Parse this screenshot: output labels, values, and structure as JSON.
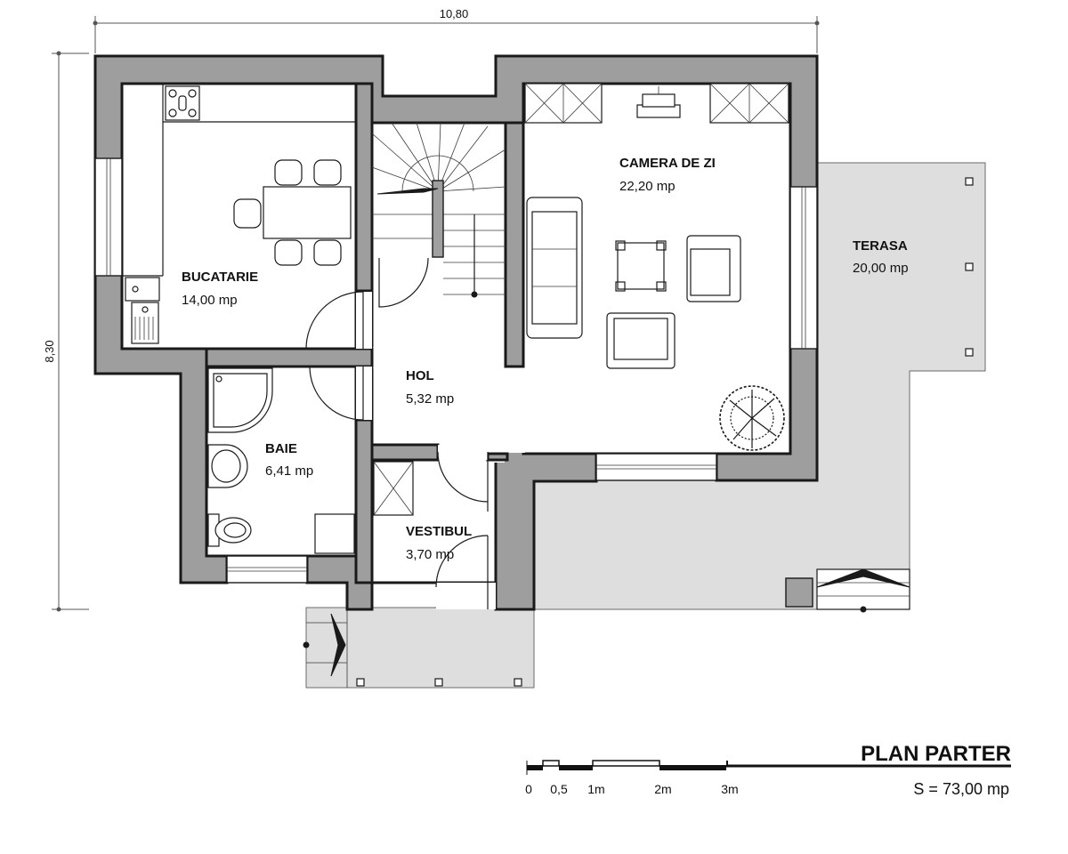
{
  "plan": {
    "title": "PLAN PARTER",
    "total_area": "S = 73,00 mp"
  },
  "dimensions": {
    "width": "10,80",
    "depth": "8,30"
  },
  "rooms": {
    "kitchen": {
      "name": "BUCATARIE",
      "area": "14,00 mp"
    },
    "living": {
      "name": "CAMERA DE ZI",
      "area": "22,20 mp"
    },
    "terrace": {
      "name": "TERASA",
      "area": "20,00 mp"
    },
    "hall": {
      "name": "HOL",
      "area": "5,32 mp"
    },
    "bathroom": {
      "name": "BAIE",
      "area": "6,41 mp"
    },
    "vestibule": {
      "name": "VESTIBUL",
      "area": "3,70 mp"
    }
  },
  "scale_bar": {
    "ticks": [
      "0",
      "0,5",
      "1m",
      "2m",
      "3m"
    ]
  },
  "colors": {
    "wall": "#9e9e9e",
    "terrace": "#dedede",
    "line": "#1a1a1a"
  }
}
